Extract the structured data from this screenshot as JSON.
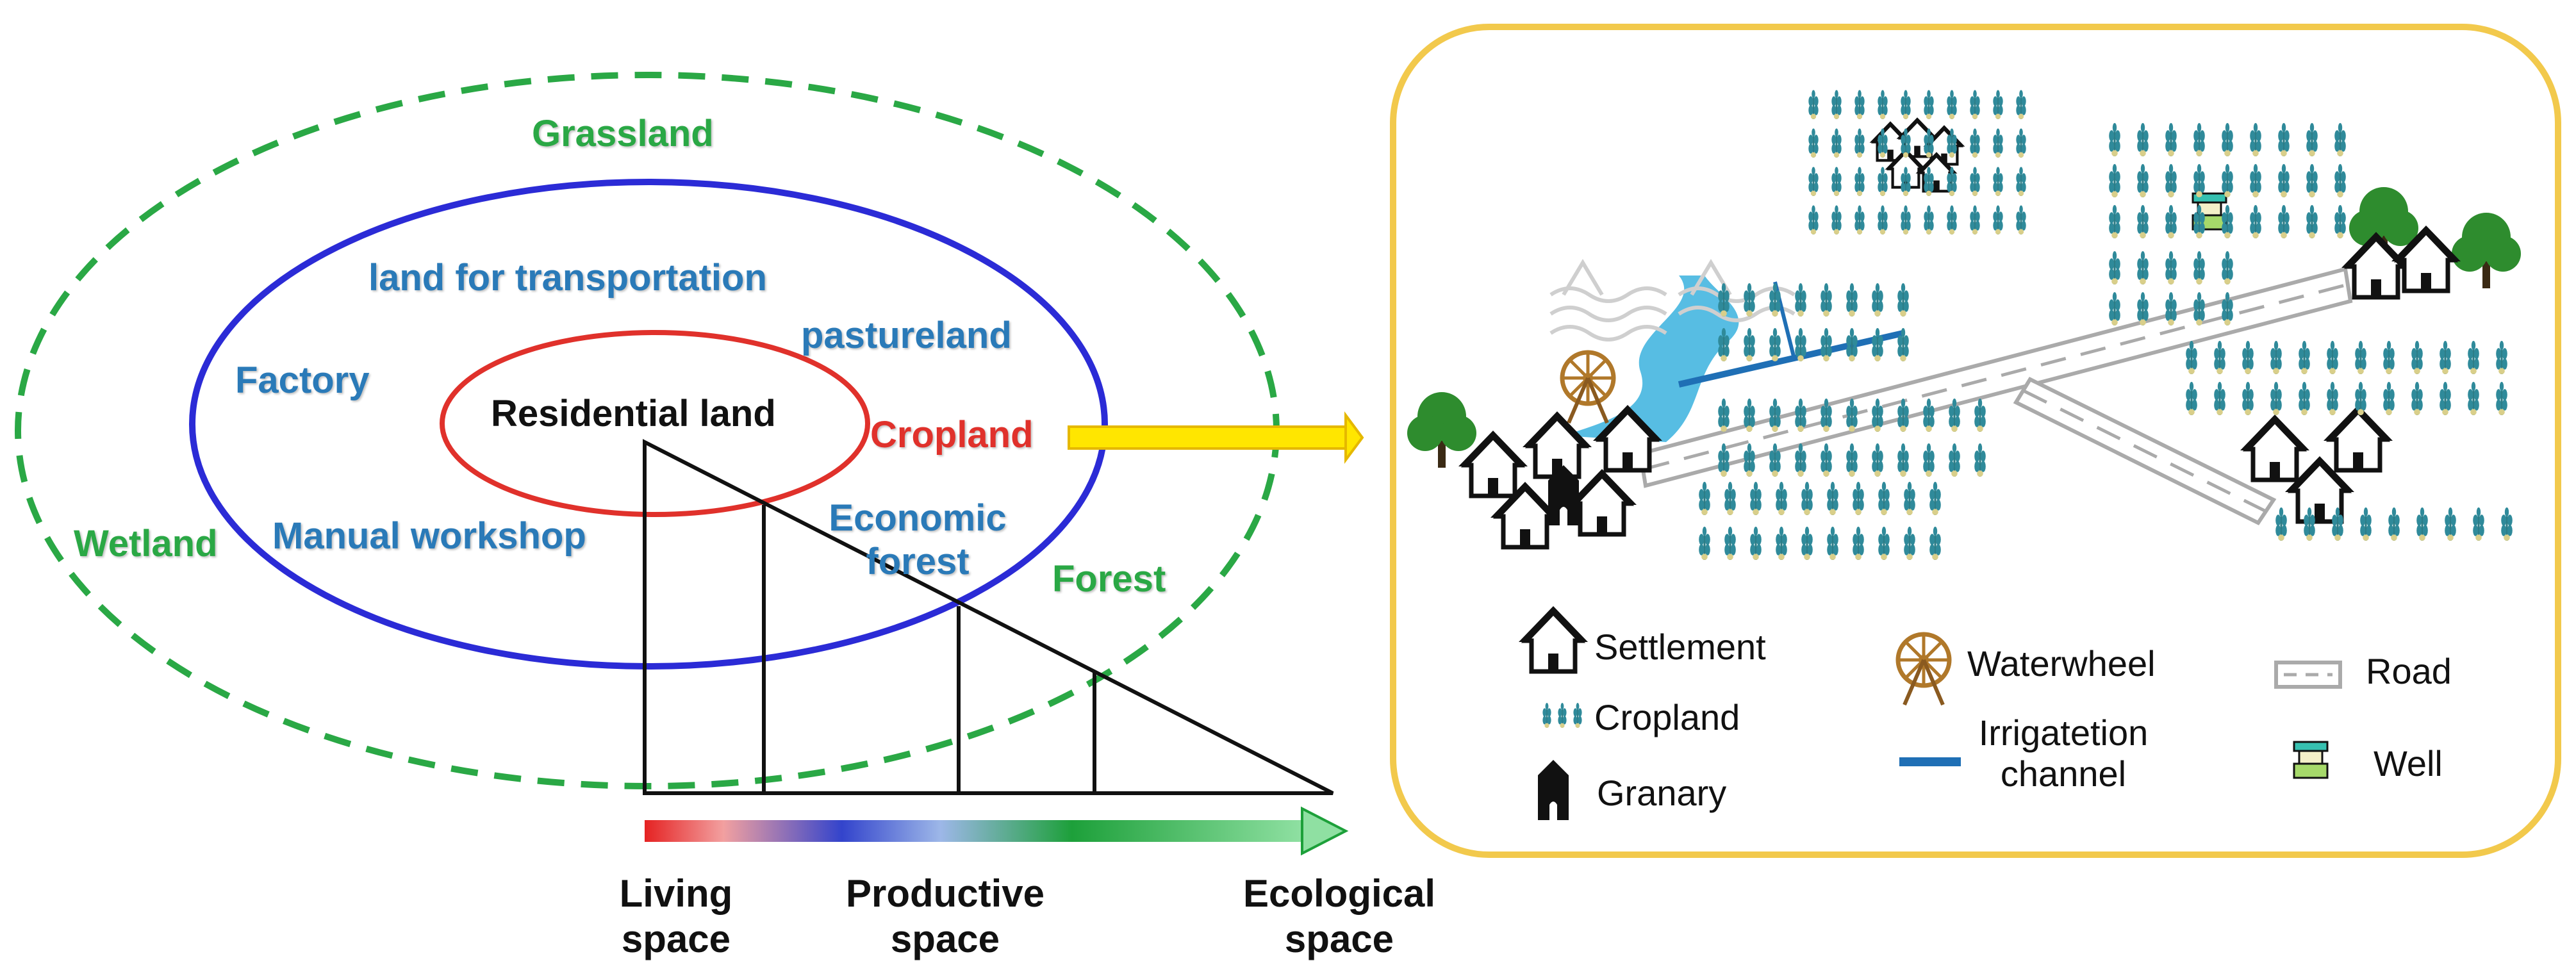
{
  "left_diagram": {
    "outer_ring": {
      "label": "Grassland",
      "other_labels": [
        "Wetland",
        "Forest"
      ]
    },
    "middle_ring": {
      "labels": {
        "transport": "land for transportation",
        "pastureland": "pastureland",
        "factory": "Factory",
        "manual_workshop": "Manual workshop",
        "economic_forest": "Economic forest"
      }
    },
    "inner_ring": {
      "label": "Residential land"
    },
    "cropland": "Cropland",
    "gradient_axis": {
      "living": "Living space",
      "productive": "Productive space",
      "ecological": "Ecological space"
    }
  },
  "legend": {
    "settlement": "Settlement",
    "cropland": "Cropland",
    "granary": "Granary",
    "waterwheel": "Waterwheel",
    "irrigation": "Irrigatetion channel",
    "road": "Road",
    "well": "Well"
  },
  "colors": {
    "green": "#2aa845",
    "blue_ring": "#2b2bd6",
    "red_ring": "#e0312b",
    "frame": "#f2c94c",
    "arrow": "#ffe600",
    "channel": "#1f6fb5",
    "river": "#45b6e0"
  }
}
